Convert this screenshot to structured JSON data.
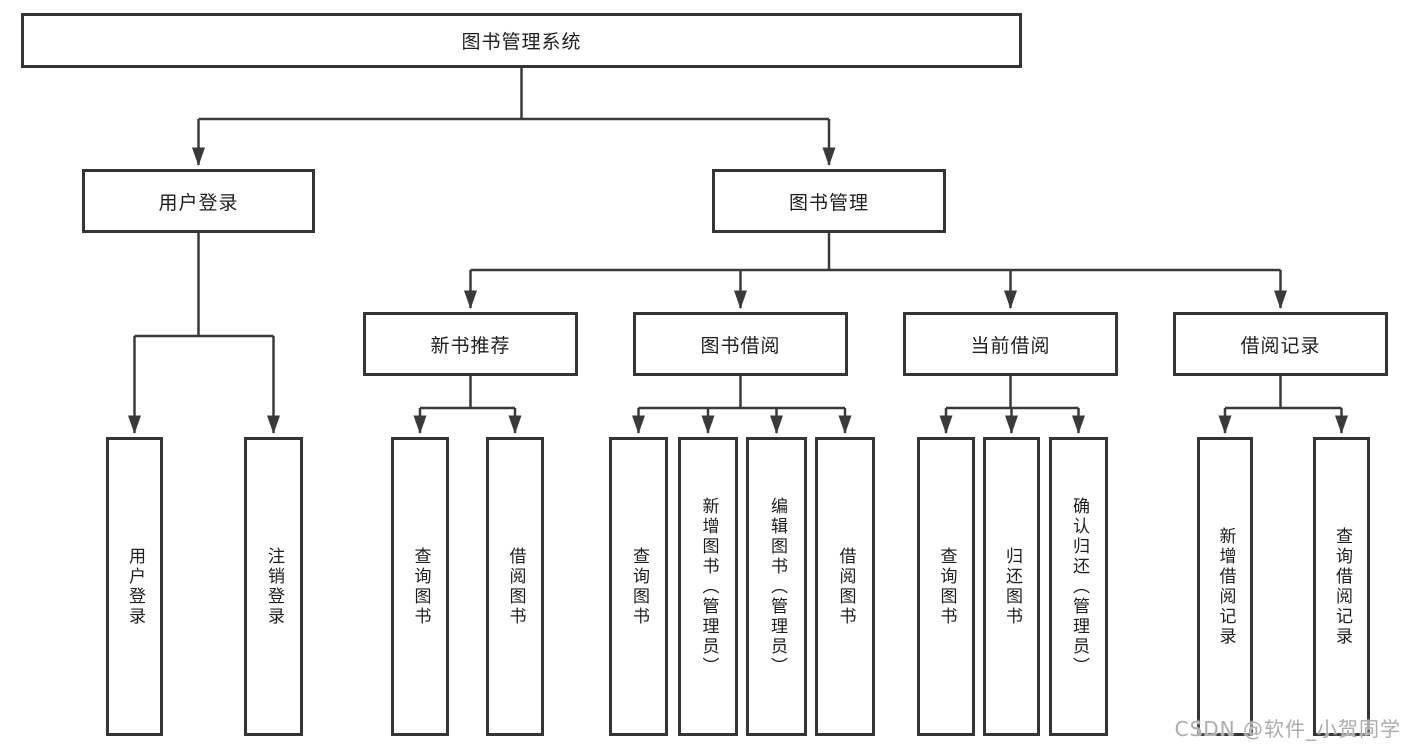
{
  "diagram": {
    "root_label": "图书管理系统",
    "nodes": {
      "user_login": "用户登录",
      "book_mgmt": "图书管理",
      "new_book_rec": "新书推荐",
      "book_borrow": "图书借阅",
      "current_borrow": "当前借阅",
      "borrow_record": "借阅记录"
    },
    "leaves": {
      "user_login": [
        "用户登录",
        "注销登录"
      ],
      "new_book_rec": [
        "查询图书",
        "借阅图书"
      ],
      "book_borrow": [
        "查询图书",
        "新增图书（管理员）",
        "编辑图书（管理员）",
        "借阅图书"
      ],
      "current_borrow": [
        "查询图书",
        "归还图书",
        "确认归还（管理员）"
      ],
      "borrow_record": [
        "新增借阅记录",
        "查询借阅记录"
      ]
    }
  },
  "watermark": "CSDN @软件_小贺同学",
  "colors": {
    "line": "#3a3a3a",
    "box_border": "#343434",
    "text": "#1e1e1e",
    "watermark": "#adadad",
    "background": "#ffffff"
  }
}
